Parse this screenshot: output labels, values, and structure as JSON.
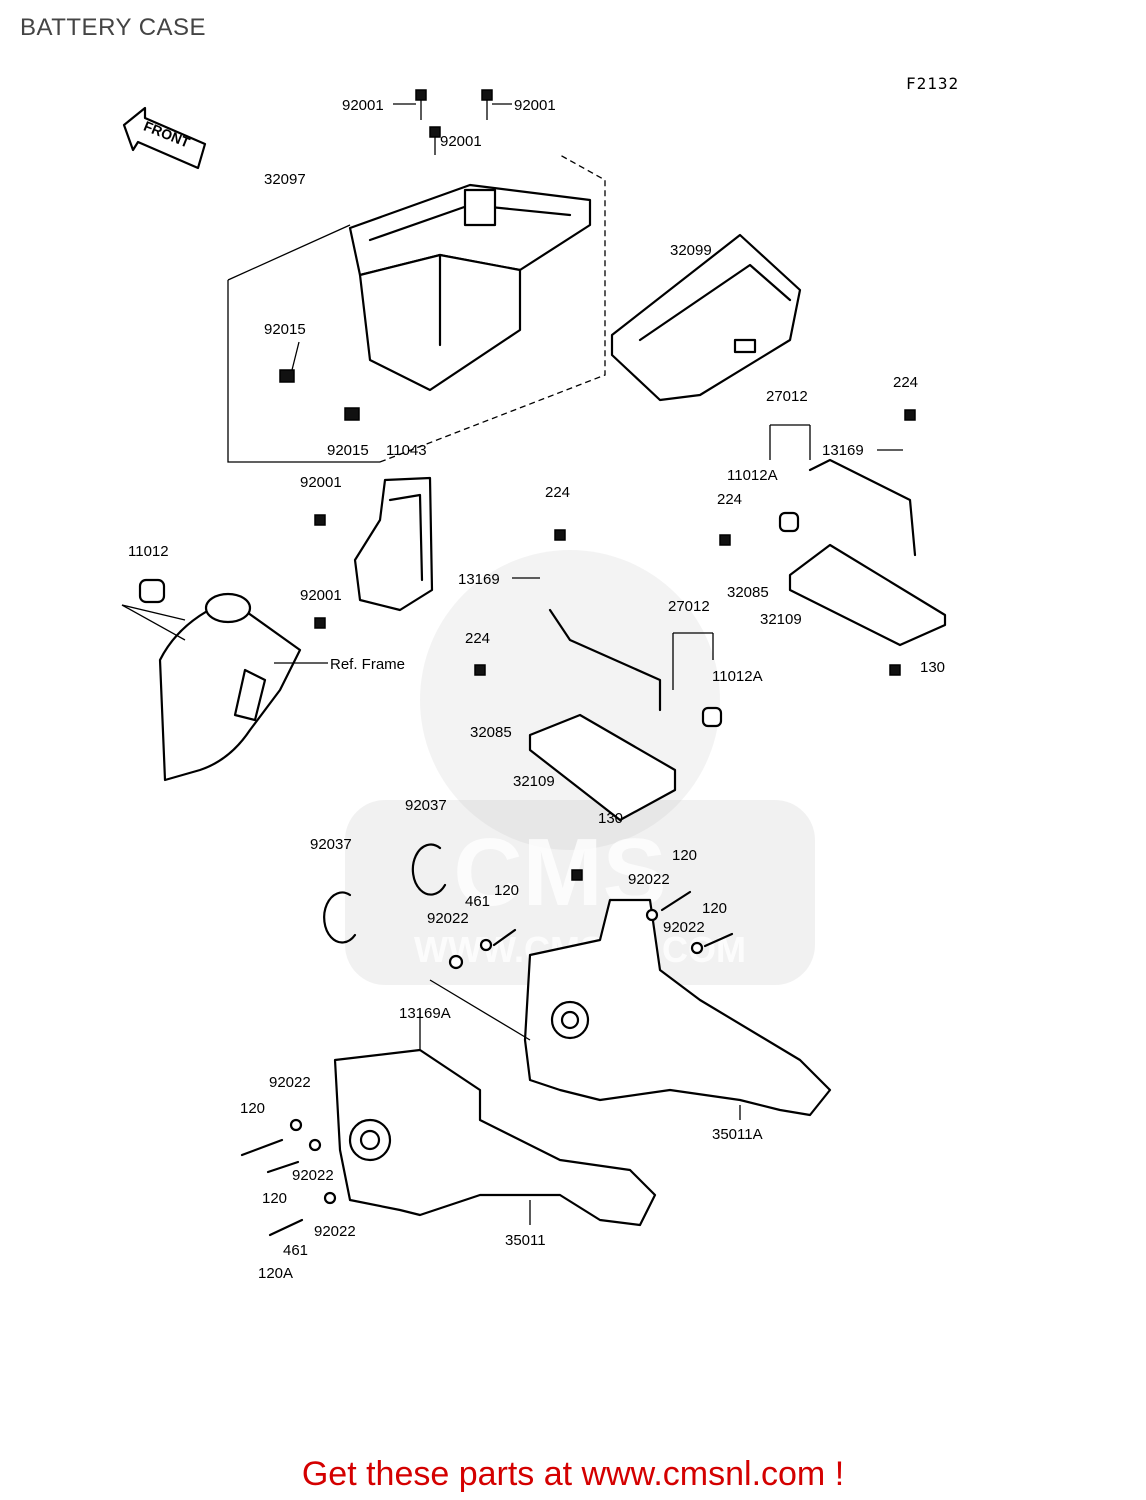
{
  "title": "BATTERY CASE",
  "diagram_code": "F2132",
  "front_marker": "FRONT",
  "ref_label": "Ref. Frame",
  "watermark": "CMS",
  "watermark_url": "WWW.CMSNL.COM",
  "part_labels": {
    "p92001_a": "92001",
    "p92001_b": "92001",
    "p92001_c": "92001",
    "p32097": "32097",
    "p32099": "32099",
    "p92015_a": "92015",
    "p92015_b": "92015",
    "p11043": "11043",
    "p92001_d": "92001",
    "p92001_e": "92001",
    "p11012": "11012",
    "p27012_a": "27012",
    "p224_a": "224",
    "p13169_a": "13169",
    "p11012A_a": "11012A",
    "p224_b": "224",
    "p32085_a": "32085",
    "p32109_a": "32109",
    "p130_a": "130",
    "p224_c": "224",
    "p13169_b": "13169",
    "p27012_b": "27012",
    "p224_d": "224",
    "p11012A_b": "11012A",
    "p32085_b": "32085",
    "p32109_b": "32109",
    "p130_b": "130",
    "p92037_a": "92037",
    "p92037_b": "92037",
    "p120_a": "120",
    "p92022_a": "92022",
    "p461_a": "461",
    "p120_b": "120",
    "p92022_b": "92022",
    "p120_c": "120",
    "p92022_c": "92022",
    "p13169A": "13169A",
    "p92022_d": "92022",
    "p120_d": "120",
    "p92022_e": "92022",
    "p120_e": "120",
    "p92022_f": "92022",
    "p461_b": "461",
    "p120A": "120A",
    "p35011": "35011",
    "p35011A": "35011A"
  },
  "footer": "Get these parts at www.cmsnl.com !",
  "colors": {
    "footer": "#d40000",
    "ink": "#000000",
    "watermark": "#bdbdbd"
  }
}
